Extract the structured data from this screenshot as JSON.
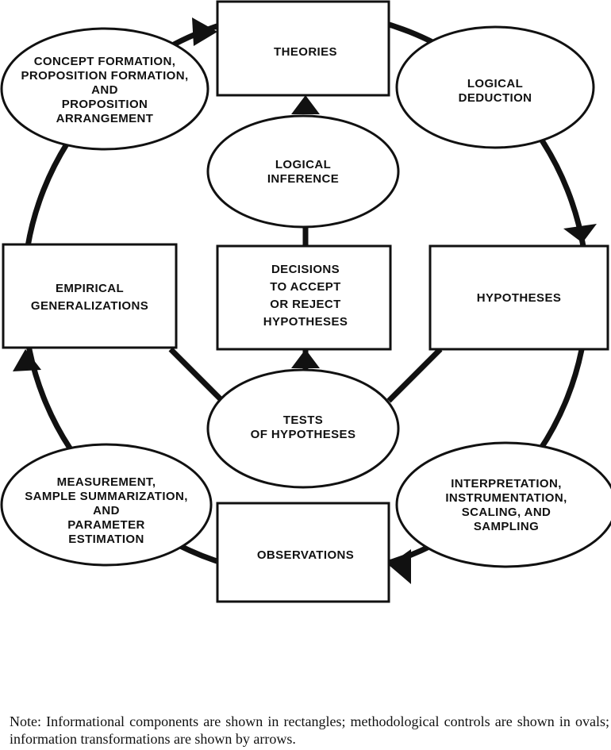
{
  "components": {
    "theories": [
      "THEORIES"
    ],
    "logical_deduction": [
      "LOGICAL",
      "DEDUCTION"
    ],
    "hypotheses": [
      "HYPOTHESES"
    ],
    "interpretation": [
      "INTERPRETATION,",
      "INSTRUMENTATION,",
      "SCALING, AND",
      "SAMPLING"
    ],
    "observations": [
      "OBSERVATIONS"
    ],
    "measurement": [
      "MEASUREMENT,",
      "SAMPLE SUMMARIZATION,",
      "AND",
      "PARAMETER",
      "ESTIMATION"
    ],
    "empirical_generalizations": [
      "EMPIRICAL",
      "GENERALIZATIONS"
    ],
    "concept_formation": [
      "CONCEPT FORMATION,",
      "PROPOSITION FORMATION,",
      "AND",
      "PROPOSITION",
      "ARRANGEMENT"
    ],
    "logical_inference": [
      "LOGICAL",
      "INFERENCE"
    ],
    "decisions": [
      "DECISIONS",
      "TO ACCEPT",
      "OR REJECT",
      "HYPOTHESES"
    ],
    "tests": [
      "TESTS",
      "OF HYPOTHESES"
    ]
  },
  "note": "Note: Informational components are shown in rectangles; methodological controls are shown in ovals; information transformations are shown by arrows."
}
